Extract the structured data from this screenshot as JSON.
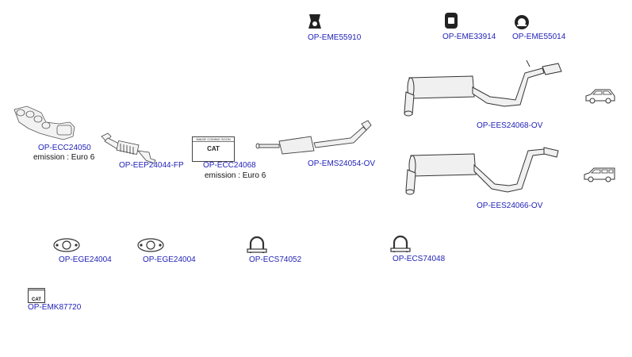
{
  "parts": {
    "p1": {
      "code": "OP-ECC24050",
      "note": "emission : Euro 6"
    },
    "p2": {
      "code": "OP-EEP24044-FP"
    },
    "p3": {
      "code": "OP-ECC24068",
      "note": "emission : Euro 6",
      "placeholder_top": "IMAGE COMING SOON",
      "placeholder_label": "CAT"
    },
    "p4": {
      "code": "OP-EMS24054-OV"
    },
    "p5": {
      "code": "OP-EME55910"
    },
    "p6": {
      "code": "OP-EME33914"
    },
    "p7": {
      "code": "OP-EME55014"
    },
    "p8": {
      "code": "OP-EES24068-OV",
      "vehicle_icon": "hatchback-car-icon"
    },
    "p9": {
      "code": "OP-EES24066-OV",
      "vehicle_icon": "estate-car-icon"
    },
    "p10": {
      "code": "OP-EGE24004"
    },
    "p11": {
      "code": "OP-EGE24004"
    },
    "p12": {
      "code": "OP-ECS74052"
    },
    "p13": {
      "code": "OP-ECS74048"
    },
    "p14": {
      "code": "OP-EMK87720",
      "icon_label": "CAT"
    }
  },
  "colors": {
    "link": "#1f1fb8",
    "text": "#111111",
    "line": "#333333"
  }
}
